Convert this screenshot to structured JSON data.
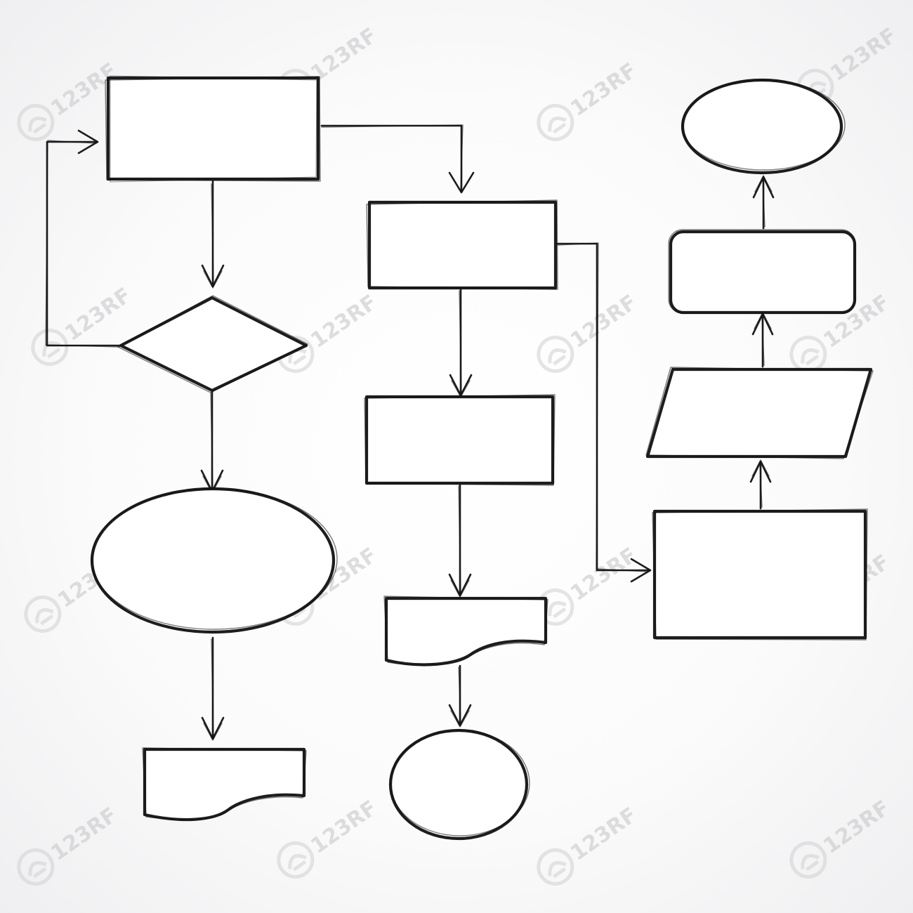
{
  "watermark": {
    "brand_text": "123RF"
  },
  "palette": {
    "ink": "#111111",
    "background": "#fbfbfb",
    "watermark": "#c9c9cc"
  },
  "diagram": {
    "style": "hand-drawn sketch, empty shapes, no labels",
    "nodes": [
      {
        "id": "process-top",
        "shape": "rectangle"
      },
      {
        "id": "decision",
        "shape": "diamond"
      },
      {
        "id": "ellipse-left",
        "shape": "ellipse"
      },
      {
        "id": "document-left",
        "shape": "document"
      },
      {
        "id": "process-mid-1",
        "shape": "rectangle"
      },
      {
        "id": "process-mid-2",
        "shape": "rectangle"
      },
      {
        "id": "document-mid",
        "shape": "document"
      },
      {
        "id": "circle-mid",
        "shape": "circle"
      },
      {
        "id": "process-right",
        "shape": "rectangle"
      },
      {
        "id": "data-right",
        "shape": "parallelogram"
      },
      {
        "id": "rounded-right",
        "shape": "rounded-rectangle"
      },
      {
        "id": "terminal-right",
        "shape": "ellipse"
      }
    ],
    "edges": [
      {
        "from": "process-top",
        "to": "decision"
      },
      {
        "from": "decision",
        "to": "process-top",
        "kind": "loop-back"
      },
      {
        "from": "decision",
        "to": "ellipse-left"
      },
      {
        "from": "ellipse-left",
        "to": "document-left"
      },
      {
        "from": "process-top",
        "to": "process-mid-1"
      },
      {
        "from": "process-mid-1",
        "to": "process-mid-2"
      },
      {
        "from": "process-mid-2",
        "to": "document-mid"
      },
      {
        "from": "document-mid",
        "to": "circle-mid"
      },
      {
        "from": "process-mid-1",
        "to": "process-right"
      },
      {
        "from": "process-right",
        "to": "data-right"
      },
      {
        "from": "data-right",
        "to": "rounded-right"
      },
      {
        "from": "rounded-right",
        "to": "terminal-right"
      }
    ]
  }
}
